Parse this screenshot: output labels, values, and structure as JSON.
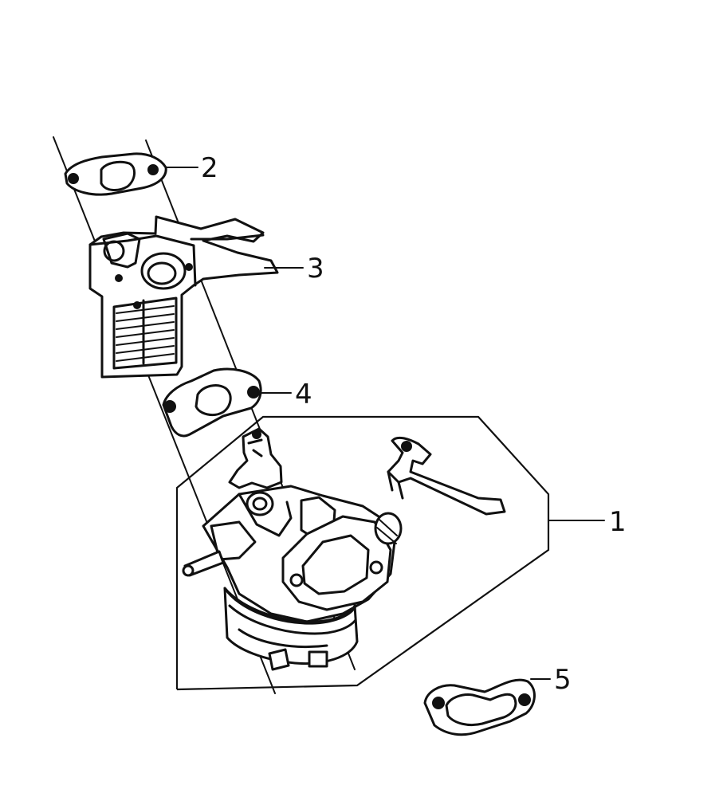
{
  "diagram": {
    "parts": [
      {
        "id": "carburetor-assembly",
        "number": "1"
      },
      {
        "id": "insulator-gasket",
        "number": "2"
      },
      {
        "id": "carburetor-insulator",
        "number": "3"
      },
      {
        "id": "carburetor-gasket",
        "number": "4"
      },
      {
        "id": "air-cleaner-gasket",
        "number": "5"
      }
    ]
  }
}
